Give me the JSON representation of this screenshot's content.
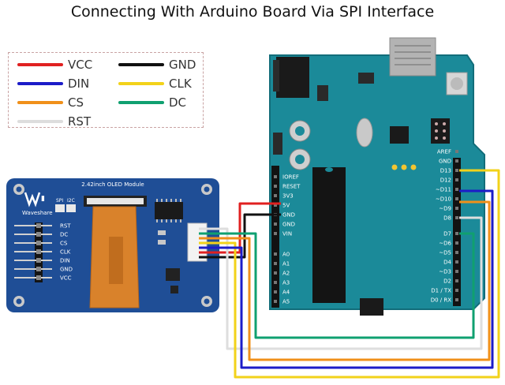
{
  "title": "Connecting With Arduino Board Via SPI Interface",
  "legend": [
    {
      "label": "VCC",
      "color": "#e02020"
    },
    {
      "label": "GND",
      "color": "#111111"
    },
    {
      "label": "DIN",
      "color": "#1c1cc8"
    },
    {
      "label": "CLK",
      "color": "#f2d21a"
    },
    {
      "label": "CS",
      "color": "#f0901a"
    },
    {
      "label": "DC",
      "color": "#10a070"
    },
    {
      "label": "RST",
      "color": "#dddddd"
    }
  ],
  "oled": {
    "title": "2.42inch OLED Module",
    "brand": "Waveshare",
    "mode_labels": [
      "SPI",
      "I2C"
    ],
    "pins": [
      "RST",
      "DC",
      "CS",
      "CLK",
      "DIN",
      "GND",
      "VCC"
    ]
  },
  "arduino": {
    "power_pins": [
      "IOREF",
      "RESET",
      "3V3",
      "5V",
      "GND",
      "GND",
      "VIN"
    ],
    "analog_pins": [
      "A0",
      "A1",
      "A2",
      "A3",
      "A4",
      "A5"
    ],
    "digital_pins_top": [
      "AREF",
      "GND",
      "D13",
      "D12",
      "~D11",
      "~D10",
      "~D9",
      "D8"
    ],
    "digital_pins_bottom": [
      "D7",
      "~D6",
      "~D5",
      "D4",
      "~D3",
      "D2",
      "D1 / TX",
      "D0 / RX"
    ]
  }
}
